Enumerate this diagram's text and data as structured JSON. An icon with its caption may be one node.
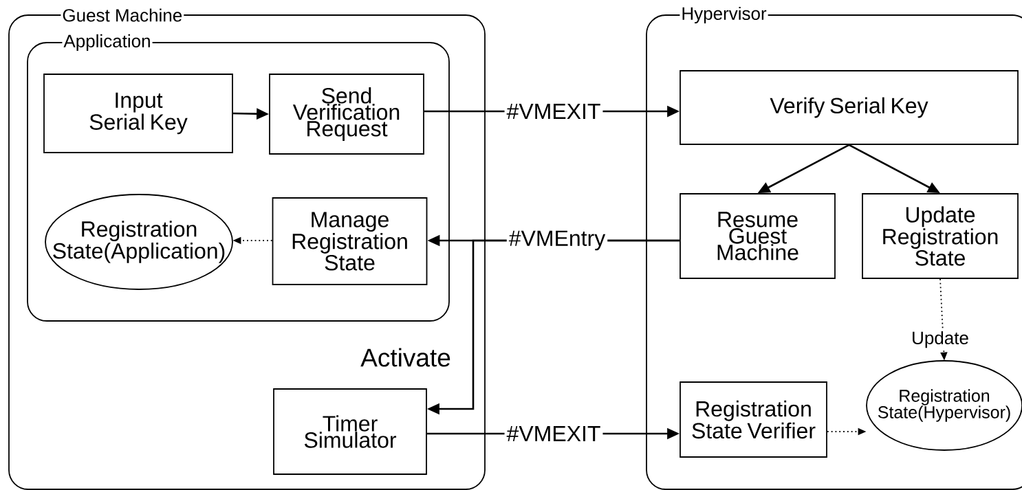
{
  "diagram": {
    "nodes": [
      {
        "text": [
          "Guest Machine"
        ]
      },
      {
        "text": [
          "Application"
        ],
        "in": 0
      },
      {
        "text": [
          "Input Serial Key"
        ],
        "in": 1
      },
      {
        "text": [
          "Send Verification Request"
        ],
        "in": 1
      },
      {
        "text": [
          "Registration State(Application)"
        ],
        "in": 1
      },
      {
        "text": [
          "Manage Registration State"
        ],
        "in": 1
      },
      {
        "text": [
          "Timer Simulator"
        ],
        "in": 0
      },
      {
        "text": [
          "Hypervisor"
        ]
      },
      {
        "text": [
          "Verify Serial Key"
        ],
        "in": 7
      },
      {
        "text": [
          "Resume Guest Machine"
        ],
        "in": 7
      },
      {
        "text": [
          "Update Registration State"
        ],
        "in": 7
      },
      {
        "text": [
          "Registration State Verifier"
        ],
        "in": 7
      },
      {
        "text": [
          "Registration State(Hypervisor)"
        ],
        "in": 7
      }
    ],
    "edges": [
      {
        "from": 2,
        "to": 3,
        "arrow": "to"
      },
      {
        "from": 3,
        "to": 8,
        "arrow": "to",
        "label": "#VMEXIT"
      },
      {
        "from": 9,
        "to": 5,
        "arrow": "to",
        "label": "#VMEntry"
      },
      {
        "from": 9,
        "to": 6,
        "arrow": "to",
        "label": "Activate"
      },
      {
        "from": 8,
        "to": 9,
        "arrow": "to"
      },
      {
        "from": 8,
        "to": 10,
        "arrow": "to"
      },
      {
        "from": 5,
        "to": 4,
        "arrow": "to",
        "style": "dashed"
      },
      {
        "from": 10,
        "to": 12,
        "arrow": "to",
        "style": "dashed",
        "label": "Update"
      },
      {
        "from": 6,
        "to": 11,
        "arrow": "to",
        "label": "#VMEXIT"
      },
      {
        "from": 11,
        "to": 12,
        "arrow": "to",
        "style": "dashed"
      }
    ]
  }
}
